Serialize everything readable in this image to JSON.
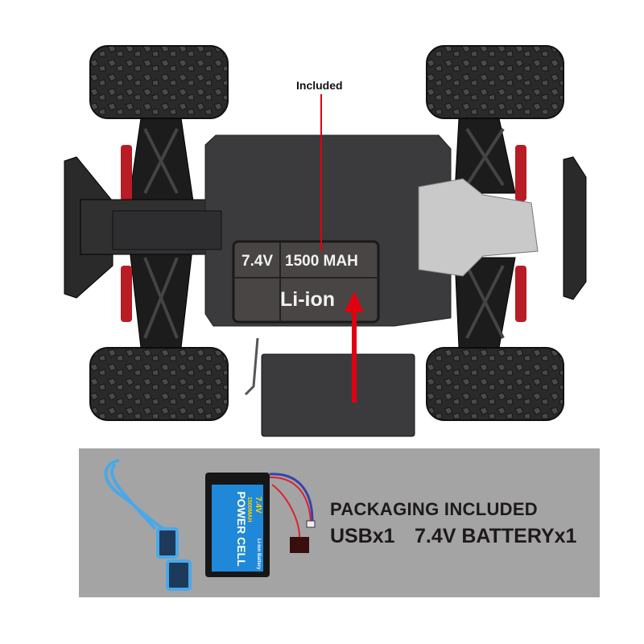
{
  "callout": {
    "label": "Included"
  },
  "battery_on_car": {
    "voltage": "7.4V",
    "capacity": "1500 MAH",
    "chemistry": "Li-ion"
  },
  "package_battery": {
    "voltage": "7.4V",
    "capacity": "1500MAH",
    "brand": "POWER CELL",
    "type": "Li-ion Battery"
  },
  "packaging": {
    "title": "PACKAGING INCLUDED",
    "item_usb": "USBx1",
    "item_battery": "7.4V BATTERYx1"
  },
  "colors": {
    "accent_red": "#e00010",
    "panel_gray": "#a4a4a4",
    "chassis": "#3b3b3d"
  }
}
